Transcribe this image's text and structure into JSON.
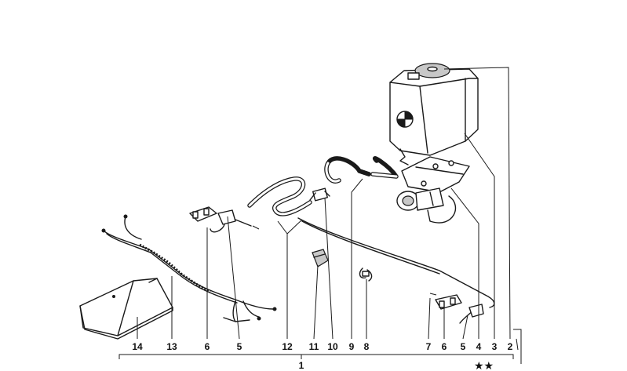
{
  "callouts": {
    "c14": "14",
    "c13": "13",
    "c6a": "6",
    "c5a": "5",
    "c12": "12",
    "c11": "11",
    "c10": "10",
    "c9": "9",
    "c8": "8",
    "c7": "7",
    "c6b": "6",
    "c5b": "5",
    "c4": "4",
    "c3": "3",
    "c2": "2",
    "c1": "1"
  },
  "marks": {
    "stars": "★★"
  }
}
